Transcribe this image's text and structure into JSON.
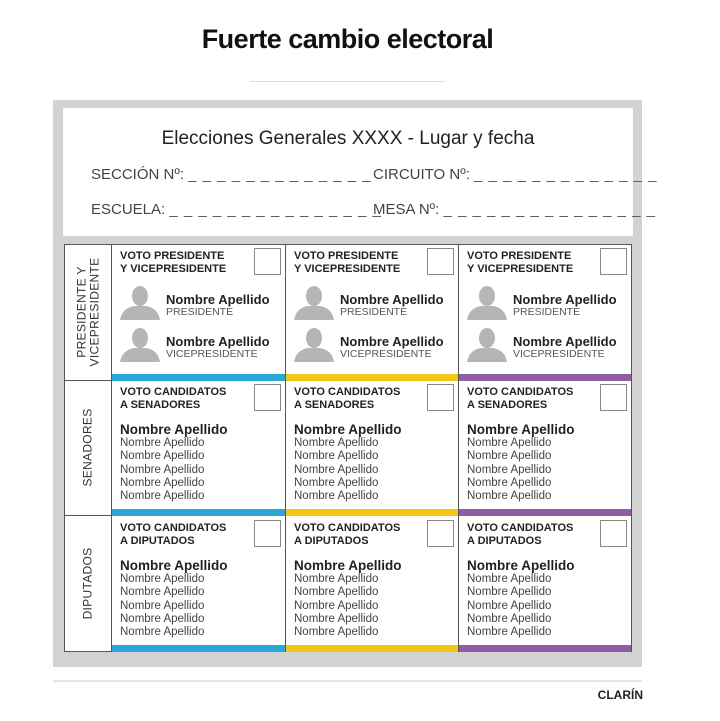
{
  "title": "Fuerte cambio electoral",
  "ballot": {
    "heading": "Elecciones Generales XXXX - Lugar y fecha",
    "fields": [
      {
        "label": "SECCIÓN Nº:",
        "blank": "_ _ _ _ _ _ _ _ _ _ _ _ _"
      },
      {
        "label": "CIRCUITO Nº:",
        "blank": "_ _ _ _ _ _ _ _ _ _ _ _ _"
      },
      {
        "label": "ESCUELA:",
        "blank": "_ _ _ _ _ _ _ _ _ _ _ _ _ _ _"
      },
      {
        "label": "MESA Nº:",
        "blank": "_ _ _ _ _ _ _ _ _ _ _ _ _ _ _"
      }
    ],
    "party_colors": [
      "#2aa7d8",
      "#f5c518",
      "#8e5ea2"
    ],
    "rows": [
      {
        "label": "PRESIDENTE Y\nVICEPRESIDENTE",
        "vote_title": "VOTO PRESIDENTE\nY VICEPRESIDENTE",
        "candidates": [
          {
            "name": "Nombre Apellido",
            "role": "PRESIDENTE"
          },
          {
            "name": "Nombre Apellido",
            "role": "VICEPRESIDENTE"
          }
        ]
      },
      {
        "label": "SENADORES",
        "vote_title": "VOTO CANDIDATOS\nA SENADORES",
        "names": [
          "Nombre Apellido",
          "Nombre Apellido",
          "Nombre Apellido",
          "Nombre Apellido",
          "Nombre Apellido",
          "Nombre Apellido"
        ]
      },
      {
        "label": "DIPUTADOS",
        "vote_title": "VOTO CANDIDATOS\nA DIPUTADOS",
        "names": [
          "Nombre Apellido",
          "Nombre Apellido",
          "Nombre Apellido",
          "Nombre Apellido",
          "Nombre Apellido",
          "Nombre Apellido"
        ]
      }
    ]
  },
  "footer": {
    "brand": "CLARÍN"
  },
  "icons": {
    "candidate_photo": "person-silhouette-icon"
  }
}
